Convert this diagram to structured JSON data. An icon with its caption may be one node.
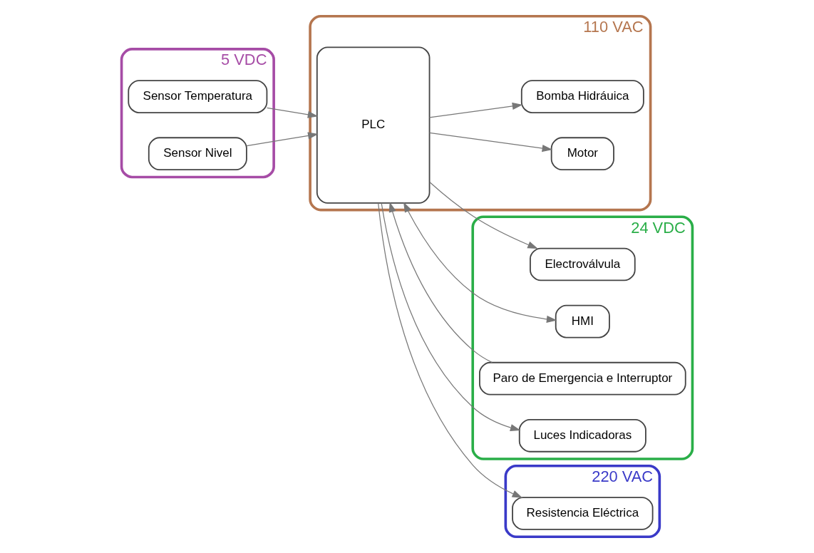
{
  "diagram": {
    "nodes": [
      {
        "text": [
          "110 VAC"
        ]
      },
      {
        "text": [
          "Motor"
        ],
        "in": 0
      },
      {
        "text": [
          "Bomba Hidráuica"
        ],
        "in": 0
      },
      {
        "text": [
          "PLC"
        ],
        "in": 0
      },
      {
        "text": [
          "5 VDC"
        ]
      },
      {
        "text": [
          "Sensor Temperatura"
        ],
        "in": 4
      },
      {
        "text": [
          "Sensor Nivel"
        ],
        "in": 4
      },
      {
        "text": [
          "24 VDC"
        ]
      },
      {
        "text": [
          "Electroválvula"
        ],
        "in": 7
      },
      {
        "text": [
          "HMI"
        ],
        "in": 7
      },
      {
        "text": [
          "Paro de Emergencia e Interruptor"
        ],
        "in": 7
      },
      {
        "text": [
          "Luces Indicadoras"
        ],
        "in": 7
      },
      {
        "text": [
          "220 VAC"
        ]
      },
      {
        "text": [
          "Resistencia Eléctrica"
        ],
        "in": 12
      }
    ],
    "edges": [
      {
        "from": 5,
        "to": 3,
        "arrow": "to"
      },
      {
        "from": 6,
        "to": 3,
        "arrow": "to"
      },
      {
        "from": 3,
        "to": 1,
        "arrow": "to"
      },
      {
        "from": 3,
        "to": 2,
        "arrow": "to"
      },
      {
        "from": 3,
        "to": 13,
        "arrow": "to"
      },
      {
        "from": 3,
        "to": 8,
        "arrow": "to"
      },
      {
        "from": 10,
        "to": 3,
        "arrow": "to"
      },
      {
        "from": 3,
        "to": 11,
        "arrow": "to"
      },
      {
        "from": 3,
        "to": 9,
        "arrow": "both"
      }
    ]
  }
}
